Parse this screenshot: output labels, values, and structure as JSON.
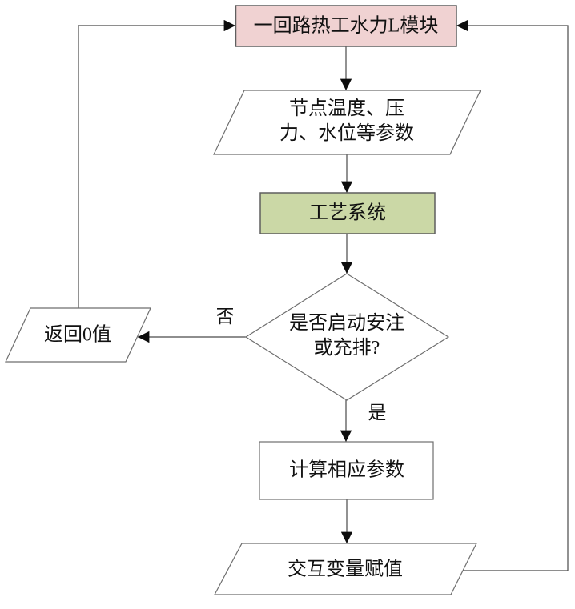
{
  "diagram": {
    "type": "flowchart",
    "nodes": {
      "primary_module": {
        "label": "一回路热工水力L模块",
        "shape": "rect",
        "fill": "#f0d2d2"
      },
      "node_params": {
        "label": "节点温度、压\n力、水位等参数",
        "shape": "parallelogram",
        "fill": "#ffffff"
      },
      "process_system": {
        "label": "工艺系统",
        "shape": "rect",
        "fill": "#cbd8a6"
      },
      "decision_injection": {
        "label": "是否启动安注\n或充排?",
        "shape": "diamond",
        "fill": "#ffffff"
      },
      "return_zero": {
        "label": "返回0值",
        "shape": "parallelogram",
        "fill": "#ffffff"
      },
      "calc_params": {
        "label": "计算相应参数",
        "shape": "rect",
        "fill": "#ffffff"
      },
      "assign_vars": {
        "label": "交互变量赋值",
        "shape": "parallelogram",
        "fill": "#ffffff"
      }
    },
    "edge_labels": {
      "no": "否",
      "yes": "是"
    },
    "edges": [
      {
        "from": "primary_module",
        "to": "node_params"
      },
      {
        "from": "node_params",
        "to": "process_system"
      },
      {
        "from": "process_system",
        "to": "decision_injection"
      },
      {
        "from": "decision_injection",
        "to": "return_zero",
        "label": "否"
      },
      {
        "from": "decision_injection",
        "to": "calc_params",
        "label": "是"
      },
      {
        "from": "calc_params",
        "to": "assign_vars"
      },
      {
        "from": "assign_vars",
        "to": "primary_module",
        "route": "right-feedback"
      },
      {
        "from": "return_zero",
        "to": "primary_module",
        "route": "left-feedback"
      }
    ],
    "colors": {
      "pink_fill": "#f0d2d2",
      "green_fill": "#cbd8a6",
      "shape_stroke": "#5f5f5f",
      "line": "#4a4a4a",
      "arrowhead": "#0d0d0d",
      "background": "#ffffff"
    }
  }
}
